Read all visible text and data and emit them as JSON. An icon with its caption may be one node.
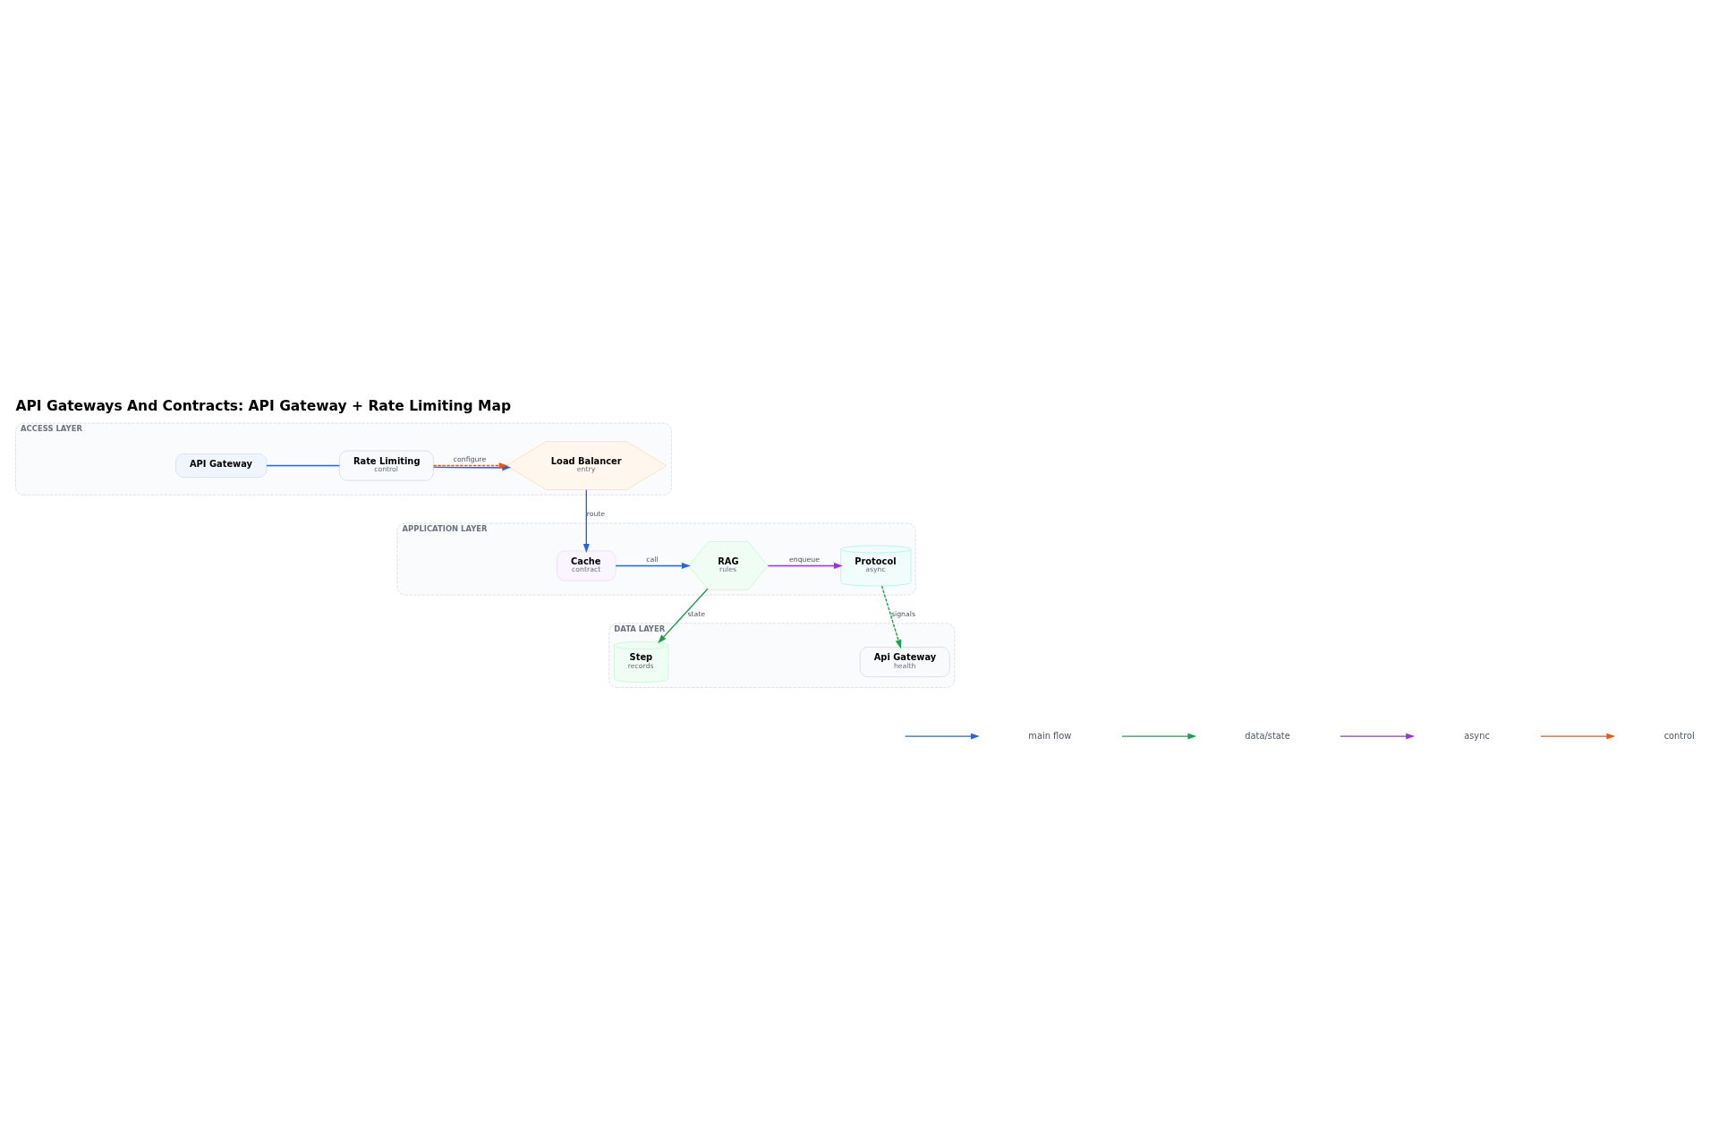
{
  "diagram": {
    "title": "API Gateways And Contracts: API Gateway + Rate Limiting Map",
    "nodes": [
      {
        "text": [
          "ACCESS LAYER"
        ]
      },
      {
        "text": [
          "API Gateway"
        ],
        "in": 0
      },
      {
        "text": [
          "Rate Limiting",
          "control"
        ],
        "in": 0
      },
      {
        "text": [
          "Load Balancer",
          "entry"
        ],
        "in": 0
      },
      {
        "text": [
          "APPLICATION LAYER"
        ]
      },
      {
        "text": [
          "Cache",
          "contract"
        ],
        "in": 4
      },
      {
        "text": [
          "RAG",
          "rules"
        ],
        "in": 4
      },
      {
        "text": [
          "Protocol",
          "async"
        ],
        "in": 4
      },
      {
        "text": [
          "DATA LAYER"
        ]
      },
      {
        "text": [
          "Step",
          "records"
        ],
        "in": 8
      },
      {
        "text": [
          "Api Gateway",
          "health"
        ],
        "in": 8
      }
    ],
    "edges": [
      {
        "from": 1,
        "to": 2,
        "arrow": "none"
      },
      {
        "from": 2,
        "to": 3,
        "arrow": "to"
      },
      {
        "from": 2,
        "to": 3,
        "arrow": "to",
        "label": "configure",
        "style": "dashed",
        "color": "#ea580c"
      },
      {
        "from": 3,
        "to": 5,
        "arrow": "to",
        "label": "route"
      },
      {
        "from": 5,
        "to": 6,
        "arrow": "to",
        "label": "call"
      },
      {
        "from": 6,
        "to": 7,
        "arrow": "to",
        "label": "enqueue",
        "color": "#9333ea"
      },
      {
        "from": 6,
        "to": 9,
        "arrow": "to",
        "label": "state",
        "color": "#16a34a"
      },
      {
        "from": 7,
        "to": 10,
        "arrow": "to",
        "label": "signals",
        "style": "dashed",
        "color": "#16a34a"
      }
    ],
    "legend": [
      {
        "text": "main flow"
      },
      {
        "text": "data/state"
      },
      {
        "text": "async"
      },
      {
        "text": "control"
      }
    ]
  }
}
